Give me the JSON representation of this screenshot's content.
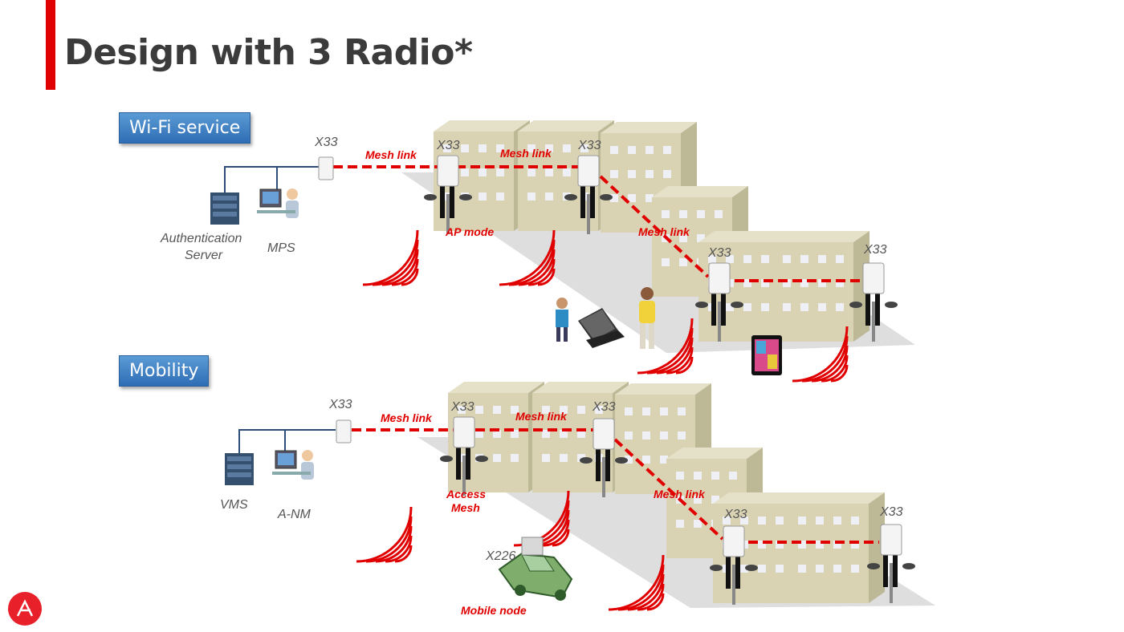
{
  "title": "Design with 3 Radio*",
  "sections": {
    "wifi": {
      "button": "Wi-Fi service",
      "server_label": [
        "Authentication",
        "Server"
      ],
      "mps_label": "MPS",
      "devices": [
        "X33",
        "X33",
        "X33",
        "X33",
        "X33"
      ],
      "links": [
        "Mesh link",
        "Mesh link",
        "Mesh link"
      ],
      "mode": "AP mode"
    },
    "mobility": {
      "button": "Mobility",
      "server_label": "VMS",
      "nm_label": "A-NM",
      "devices": [
        "X33",
        "X33",
        "X33",
        "X33",
        "X33"
      ],
      "links": [
        "Mesh link",
        "Mesh link",
        "Mesh link"
      ],
      "mode": [
        "Access",
        "Mesh"
      ],
      "vehicle_device": "X226",
      "vehicle_label": "Mobile node"
    }
  },
  "colors": {
    "accent": "#e00000",
    "button": "#2e6db4",
    "title": "#3b3b3b"
  },
  "icons": [
    "server-icon",
    "operator-icon",
    "access-point-icon",
    "building-icon",
    "wifi-waves-icon",
    "person-icon",
    "laptop-icon",
    "tablet-icon",
    "car-icon",
    "logo-icon"
  ]
}
